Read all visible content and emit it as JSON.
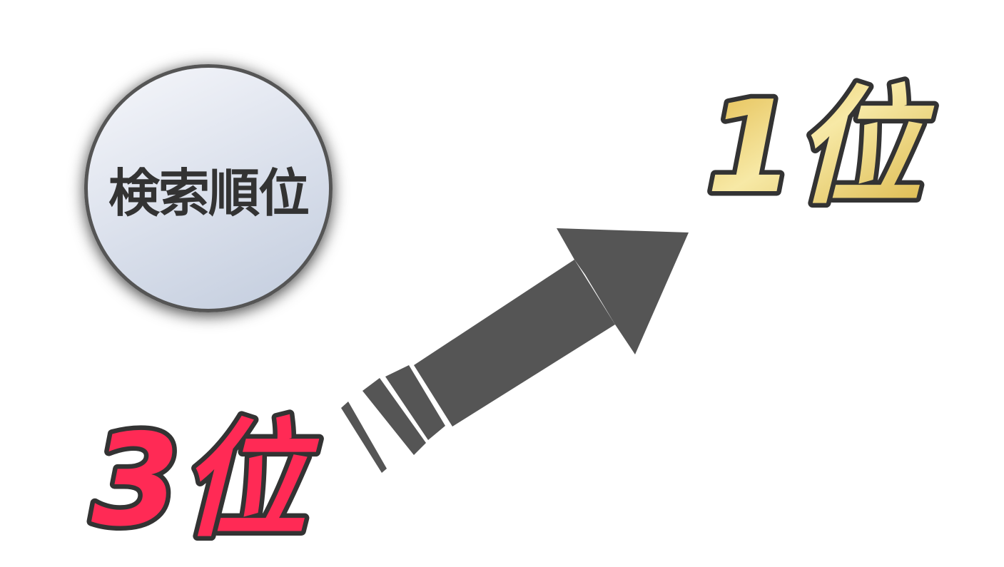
{
  "circle": {
    "label": "検索順位"
  },
  "ranks": {
    "before": {
      "text": "3位",
      "color": "#ff2a55"
    },
    "after": {
      "text": "1位",
      "color": "#e7c85a"
    }
  },
  "arrow": {
    "color": "#555555",
    "direction": "up-right"
  }
}
